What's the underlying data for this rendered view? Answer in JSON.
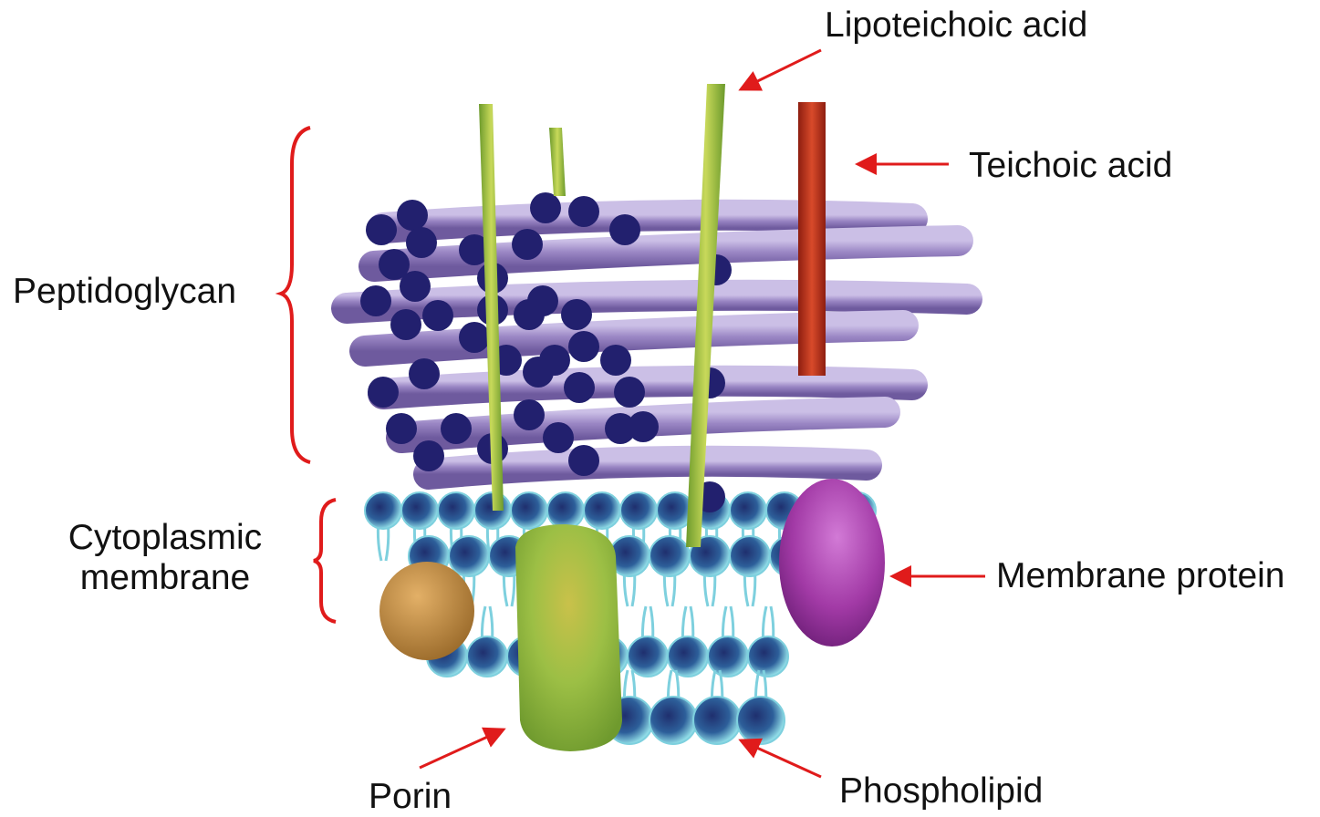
{
  "diagram": {
    "labels": {
      "lipoteichoic_acid": "Lipoteichoic acid",
      "teichoic_acid": "Teichoic acid",
      "peptidoglycan": "Peptidoglycan",
      "cytoplasmic_line1": "Cytoplasmic",
      "cytoplasmic_line2": "membrane",
      "membrane_protein": "Membrane protein",
      "porin": "Porin",
      "phospholipid": "Phospholipid"
    },
    "colors": {
      "peptidoglycan_strand": "#9a86c4",
      "strand_end": "#22206e",
      "phospholipid_head": "#2d4f8a",
      "phospholipid_rim": "#7ed0de",
      "porin": "#9cbf45",
      "teichoic_acid": "#c0341e",
      "lipoteichoic_acid": "#9cc24a",
      "membrane_protein": "#a23aa6",
      "small_protein": "#c98f3e",
      "arrow": "#e01b1b",
      "bracket": "#e01b1b"
    }
  }
}
